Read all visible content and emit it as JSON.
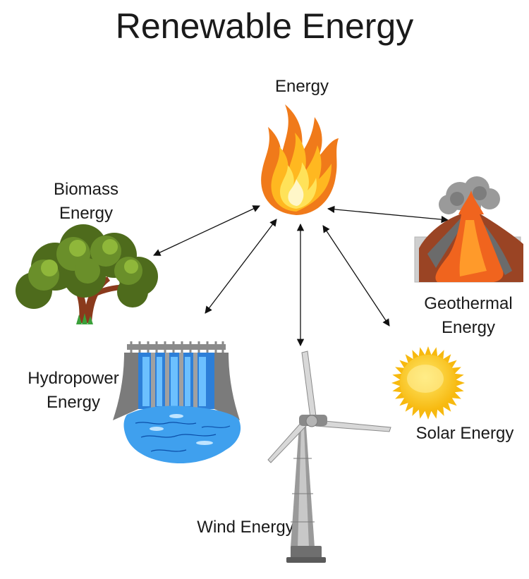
{
  "title": "Renewable Energy",
  "center": {
    "label": "Energy",
    "icon": "fire-icon"
  },
  "sources": {
    "biomass": {
      "label_lines": [
        "Biomass",
        "Energy"
      ],
      "icon": "tree-icon"
    },
    "geothermal": {
      "label_lines": [
        "Geothermal",
        "Energy"
      ],
      "icon": "volcano-icon"
    },
    "hydropower": {
      "label_lines": [
        "Hydropower",
        "Energy"
      ],
      "icon": "dam-icon"
    },
    "wind": {
      "label": "Wind Energy",
      "icon": "wind-turbine-icon"
    },
    "solar": {
      "label": "Solar Energy",
      "icon": "sun-icon"
    }
  },
  "colors": {
    "flame_outer": "#f07a1a",
    "flame_inner": "#ffe259",
    "tree_leaves": "#6a8f2a",
    "trunk": "#8a3a1c",
    "water": "#3fa0ee",
    "lava": "#f0641e",
    "sun": "#ffd21a",
    "turbine": "#9a9a9a"
  }
}
